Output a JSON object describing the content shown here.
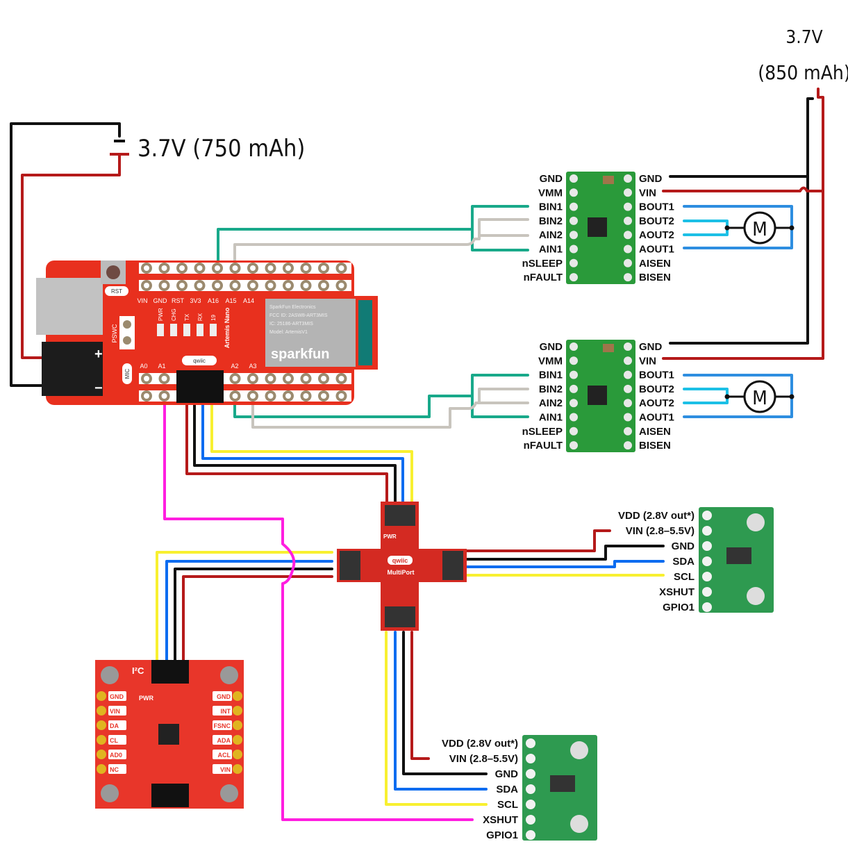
{
  "batteries": [
    {
      "id": "battery-main",
      "label": "3.7V (750 mAh)"
    },
    {
      "id": "battery-motor",
      "voltage": "3.7V",
      "capacity": "(850 mAh)"
    }
  ],
  "colors": {
    "red": "#b51a1a",
    "black": "#111111",
    "teal": "#19a98a",
    "gray": "#c8c4bd",
    "blue": "#2e8ee0",
    "cyan": "#1cc0e6",
    "magenta": "#ff1ee0",
    "yellow": "#f8f030",
    "sda_blue": "#0a6cf0",
    "pcb_red": "#e8301e",
    "pcb_green": "#2a9a3a",
    "tof_green": "#2e9a50"
  },
  "artemis": {
    "name": "SparkFun Artemis Nano",
    "top_pins": [
      "VIN",
      "GND",
      "RST",
      "3V3",
      "A16",
      "A15",
      "A14"
    ],
    "bottom_pins": [
      "A0",
      "A1",
      "A2",
      "A3"
    ],
    "leds": [
      "PWR",
      "CHG",
      "TX",
      "RX",
      "19"
    ],
    "rst_label": "RST",
    "pswc_label": "PSWC",
    "mic_label": "MIC",
    "qwiic_label": "qwiic",
    "board_name": "Artemis Nano",
    "module_text": [
      "SparkFun Electronics",
      "FCC ID: 2ASW8-ART3MIS",
      "IC: 25186-ART3MIS",
      "Model: ArtemisV1"
    ],
    "module_logo": "sparkfun",
    "plus": "+",
    "minus": "−"
  },
  "motor_driver_1": {
    "left_pins": [
      "GND",
      "VMM",
      "BIN1",
      "BIN2",
      "AIN2",
      "AIN1",
      "nSLEEP",
      "nFAULT"
    ],
    "right_pins": [
      "GND",
      "VIN",
      "BOUT1",
      "BOUT2",
      "AOUT2",
      "AOUT1",
      "AISEN",
      "BISEN"
    ],
    "motor_label": "M"
  },
  "motor_driver_2": {
    "left_pins": [
      "GND",
      "VMM",
      "BIN1",
      "BIN2",
      "AIN2",
      "AIN1",
      "nSLEEP",
      "nFAULT"
    ],
    "right_pins": [
      "GND",
      "VIN",
      "BOUT1",
      "BOUT2",
      "AOUT2",
      "AOUT1",
      "AISEN",
      "BISEN"
    ],
    "motor_label": "M"
  },
  "multiport": {
    "pwr": "PWR",
    "logo": "qwiic",
    "name": "MultiPort"
  },
  "tof_sensor_1": {
    "pins": [
      "VDD (2.8V out*)",
      "VIN (2.8–5.5V)",
      "GND",
      "SDA",
      "SCL",
      "XSHUT",
      "GPIO1"
    ]
  },
  "tof_sensor_2": {
    "pins": [
      "VDD (2.8V out*)",
      "VIN (2.8–5.5V)",
      "GND",
      "SDA",
      "SCL",
      "XSHUT",
      "GPIO1"
    ]
  },
  "imu": {
    "title": "I²C",
    "left_pins": [
      "GND",
      "VIN",
      "DA",
      "CL",
      "AD0",
      "NC"
    ],
    "right_pins": [
      "GND",
      "INT",
      "FSNC",
      "ADA",
      "ACL",
      "VIN"
    ],
    "pwr": "PWR"
  }
}
